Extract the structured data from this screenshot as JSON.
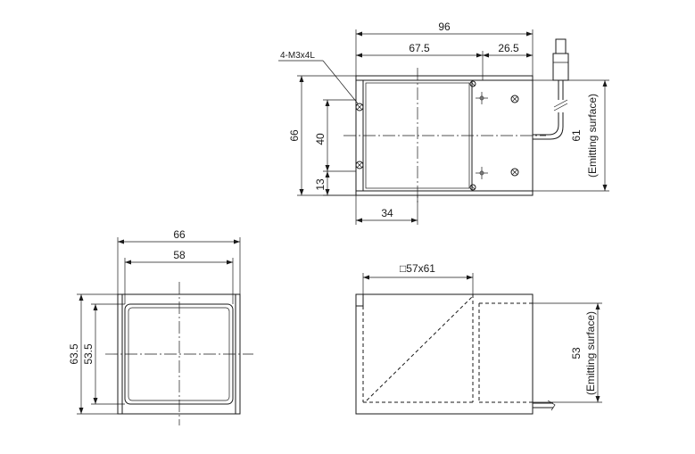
{
  "front_view": {
    "overall_width": "96",
    "window_width": "67.5",
    "side_width": "26.5",
    "thread_callout": "4-M3x4L",
    "overall_height": "66",
    "hole_pitch": "40",
    "hole_offset": "13",
    "center_offset": "34",
    "emitting_height": "61",
    "emitting_label": "(Emitting surface)"
  },
  "side_view": {
    "overall_width": "66",
    "inner_width": "58",
    "overall_height": "63.5",
    "inner_height": "53.5"
  },
  "top_view": {
    "window_size": "□57x61",
    "emitting_height": "53",
    "emitting_label": "(Emitting surface)"
  }
}
